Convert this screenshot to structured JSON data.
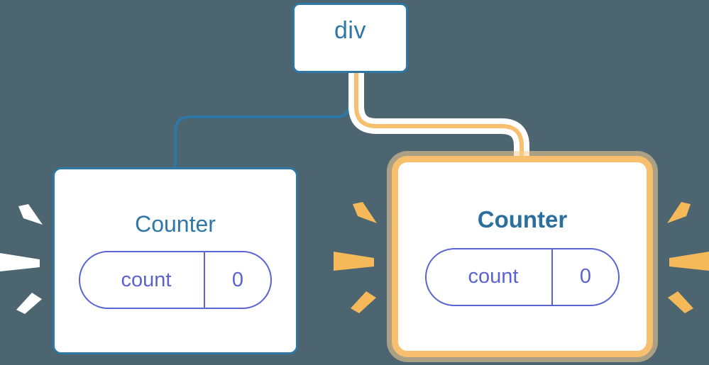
{
  "diagram": {
    "title": "React component tree re-render highlight",
    "background_color": "#4c6570",
    "colors": {
      "blue_border": "#2e78a8",
      "blue_text": "#2e78a8",
      "highlight_orange": "#f8bf6e",
      "highlight_glow": "#fad096",
      "state_purple": "#5b63d3",
      "box_fill": "#ffffff",
      "white_ray": "#ffffff"
    }
  },
  "nodes": {
    "root": {
      "label": "div",
      "highlighted": false
    },
    "counter_left": {
      "title": "Counter",
      "highlighted": false,
      "state": {
        "key": "count",
        "value": "0"
      }
    },
    "counter_right": {
      "title": "Counter",
      "highlighted": true,
      "state": {
        "key": "count",
        "value": "0"
      }
    }
  },
  "edges": [
    {
      "name": "edge-root-to-counter-left",
      "from": "root",
      "to": "counter_left",
      "color": "#2e78a8",
      "highlighted": false
    },
    {
      "name": "edge-root-to-counter-right",
      "from": "root",
      "to": "counter_right",
      "color": "#f8bf6e",
      "highlighted": true
    }
  ],
  "sparkles": [
    {
      "name": "sparkle-rays-left-of-counter-left",
      "color": "#ffffff",
      "count": 3,
      "side": "left"
    },
    {
      "name": "sparkle-rays-left-of-counter-right",
      "color": "#f5b959",
      "count": 3,
      "side": "left"
    },
    {
      "name": "sparkle-rays-right-of-counter-right",
      "color": "#f5b959",
      "count": 3,
      "side": "right"
    }
  ]
}
